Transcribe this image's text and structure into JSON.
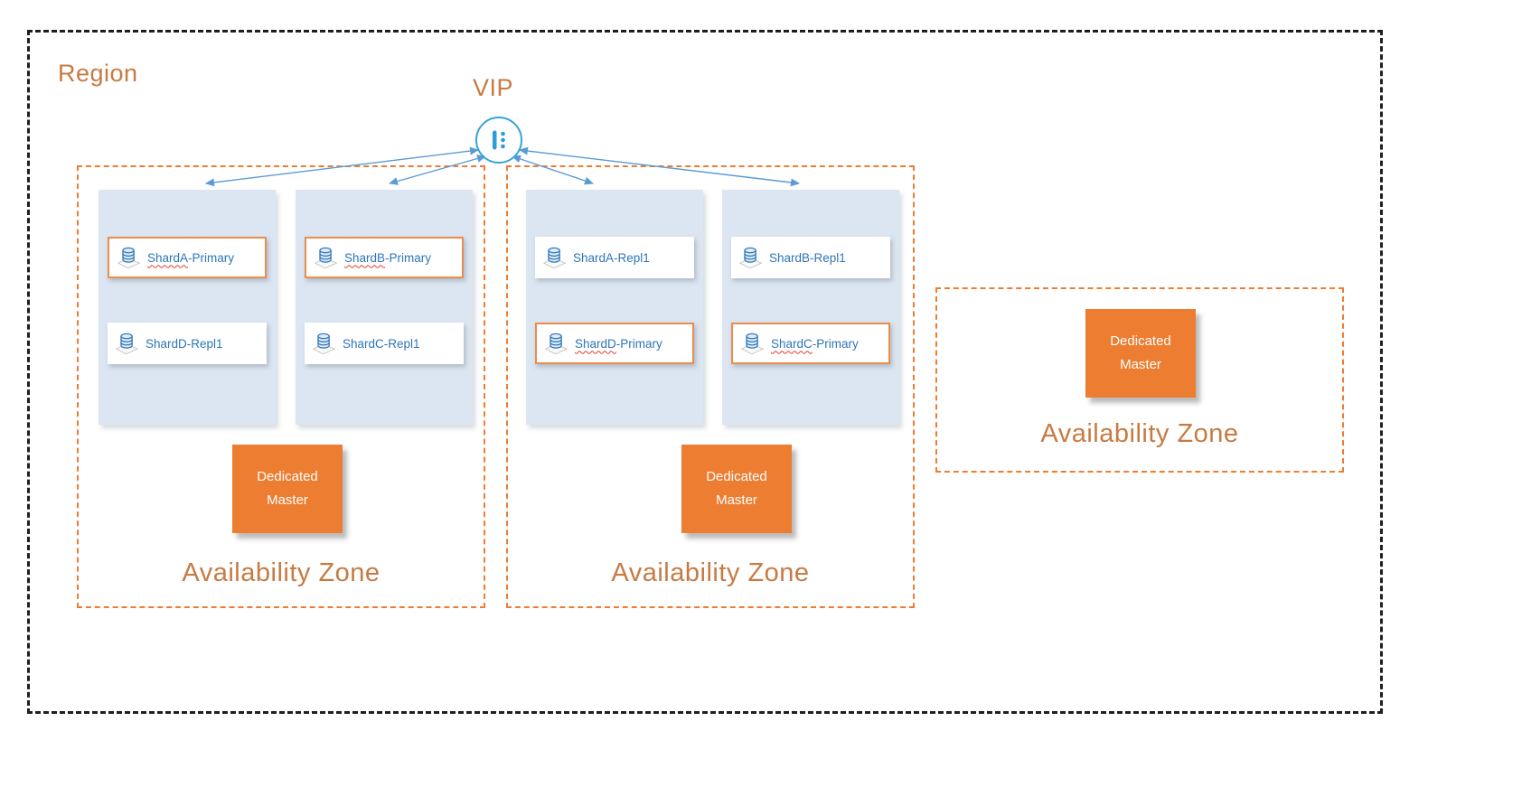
{
  "colors": {
    "accent_orange": "#ED7D31",
    "label_orange": "#C77B43",
    "shard_text_blue": "#2E75B6",
    "arrow_blue": "#5B9BD5",
    "node_panel_blue": "#DCE6F2",
    "region_border": "#1F1F1F",
    "squiggle_red": "#E03C31"
  },
  "region": {
    "label": "Region"
  },
  "vip": {
    "label": "VIP",
    "icon": "load-balancer-icon",
    "connects_to_node_panels": 4
  },
  "zones": [
    {
      "label": "Availability Zone",
      "master_label": "Dedicated Master",
      "nodes": [
        {
          "shards": [
            {
              "name": "ShardA",
              "suffix": "-Primary",
              "primary": true
            },
            {
              "name": "ShardD",
              "suffix": "-Repl1",
              "primary": false
            }
          ]
        },
        {
          "shards": [
            {
              "name": "ShardB",
              "suffix": "-Primary",
              "primary": true
            },
            {
              "name": "ShardC",
              "suffix": "-Repl1",
              "primary": false
            }
          ]
        }
      ]
    },
    {
      "label": "Availability Zone",
      "master_label": "Dedicated Master",
      "nodes": [
        {
          "shards": [
            {
              "name": "ShardA",
              "suffix": "-Repl1",
              "primary": false
            },
            {
              "name": "ShardD",
              "suffix": "-Primary",
              "primary": true
            }
          ]
        },
        {
          "shards": [
            {
              "name": "ShardB",
              "suffix": "-Repl1",
              "primary": false
            },
            {
              "name": "ShardC",
              "suffix": "-Primary",
              "primary": true
            }
          ]
        }
      ]
    },
    {
      "label": "Availability Zone",
      "master_label": "Dedicated Master",
      "nodes": []
    }
  ]
}
